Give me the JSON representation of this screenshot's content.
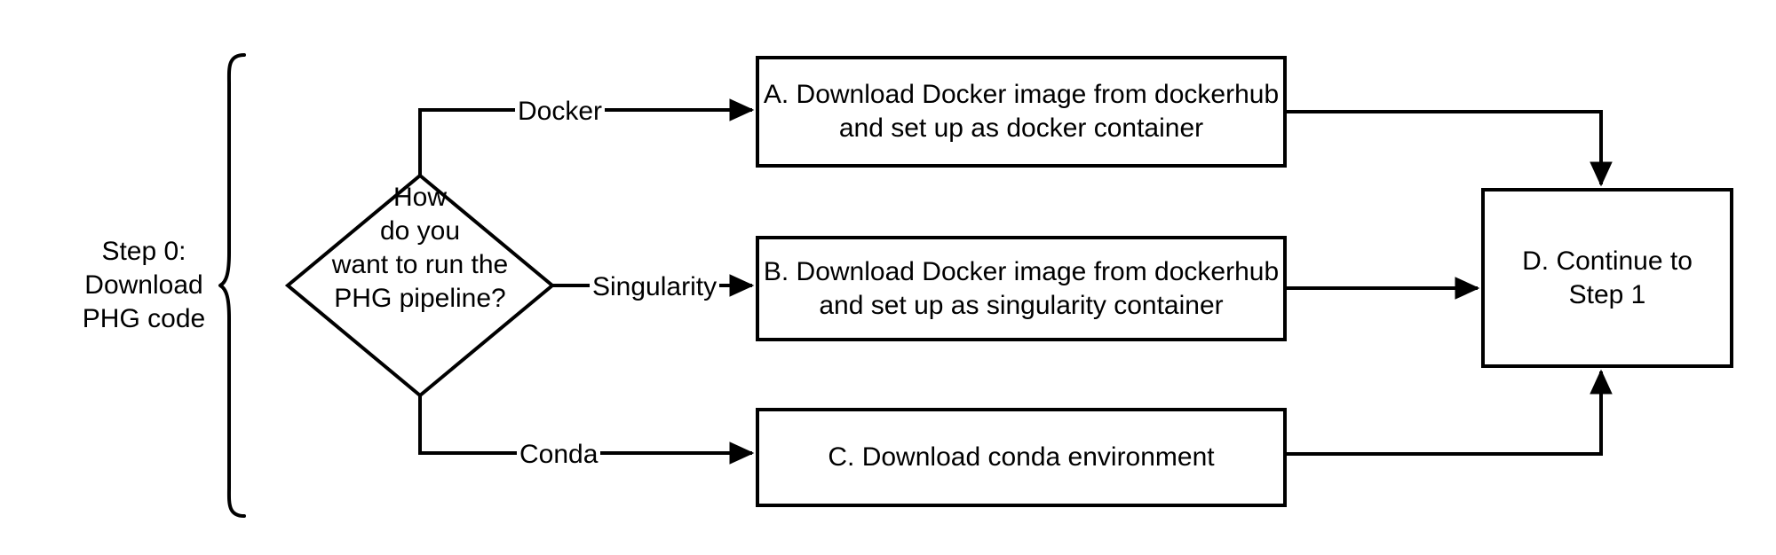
{
  "diagram": {
    "title": "PHG Step 0 setup flowchart",
    "background_color": "#ffffff",
    "stroke_color": "#000000",
    "text_color": "#000000",
    "stroke_width": 3
  },
  "group_label": {
    "name": "Step 0 group brace label",
    "line1": "Step 0:",
    "line2": "Download",
    "line3": "PHG code"
  },
  "decision": {
    "id": "decision-how-to-run",
    "shape": "diamond",
    "line1": "How",
    "line2": "do you",
    "line3": "want to run the",
    "line4": "PHG pipeline?"
  },
  "boxes": [
    {
      "id": "box-a",
      "shape": "rect",
      "line1": "A. Download Docker image from dockerhub",
      "line2": "and set up as docker container"
    },
    {
      "id": "box-b",
      "shape": "rect",
      "line1": "B. Download Docker image from dockerhub",
      "line2": "and set up as singularity container"
    },
    {
      "id": "box-c",
      "shape": "rect",
      "line1": "C. Download conda environment",
      "line2": ""
    },
    {
      "id": "box-d",
      "shape": "rect",
      "line1": "D. Continue to",
      "line2": "Step 1"
    }
  ],
  "edges": [
    {
      "id": "edge-docker",
      "from": "decision-how-to-run",
      "to": "box-a",
      "label": "Docker"
    },
    {
      "id": "edge-singularity",
      "from": "decision-how-to-run",
      "to": "box-b",
      "label": "Singularity"
    },
    {
      "id": "edge-conda",
      "from": "decision-how-to-run",
      "to": "box-c",
      "label": "Conda"
    },
    {
      "id": "edge-a-to-d",
      "from": "box-a",
      "to": "box-d",
      "label": ""
    },
    {
      "id": "edge-b-to-d",
      "from": "box-b",
      "to": "box-d",
      "label": ""
    },
    {
      "id": "edge-c-to-d",
      "from": "box-c",
      "to": "box-d",
      "label": ""
    }
  ]
}
